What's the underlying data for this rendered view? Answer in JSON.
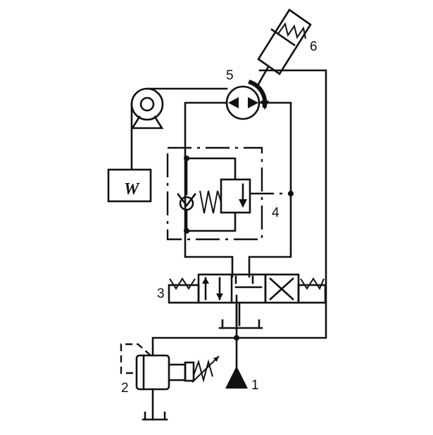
{
  "labels": {
    "pump": "1",
    "relief_valve": "2",
    "directional_valve": "3",
    "brake_valve": "4",
    "motor": "5",
    "brake_cylinder": "6",
    "load": "W"
  }
}
